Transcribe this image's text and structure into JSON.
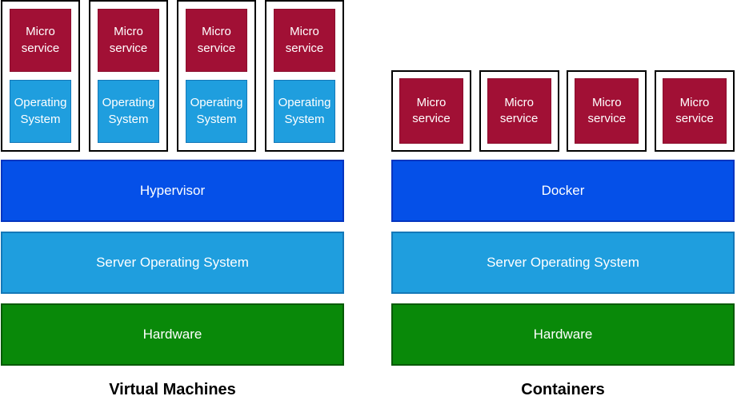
{
  "left": {
    "caption": "Virtual Machines",
    "units": [
      {
        "service": "Micro service",
        "os": "Operating System"
      },
      {
        "service": "Micro service",
        "os": "Operating System"
      },
      {
        "service": "Micro service",
        "os": "Operating System"
      },
      {
        "service": "Micro service",
        "os": "Operating System"
      }
    ],
    "layers": [
      {
        "label": "Hypervisor"
      },
      {
        "label": "Server Operating System"
      },
      {
        "label": "Hardware"
      }
    ]
  },
  "right": {
    "caption": "Containers",
    "units": [
      {
        "service": "Micro service"
      },
      {
        "service": "Micro service"
      },
      {
        "service": "Micro service"
      },
      {
        "service": "Micro service"
      }
    ],
    "layers": [
      {
        "label": "Docker"
      },
      {
        "label": "Server Operating System"
      },
      {
        "label": "Hardware"
      }
    ]
  },
  "colors": {
    "microservice_fill": "#A11035",
    "os_fill": "#1F9EDE",
    "middleware_fill": "#0550E8",
    "hardware_fill": "#098909",
    "box_border": "#000000",
    "text_on_fill": "#FFFFFF",
    "caption_text": "#000000"
  }
}
